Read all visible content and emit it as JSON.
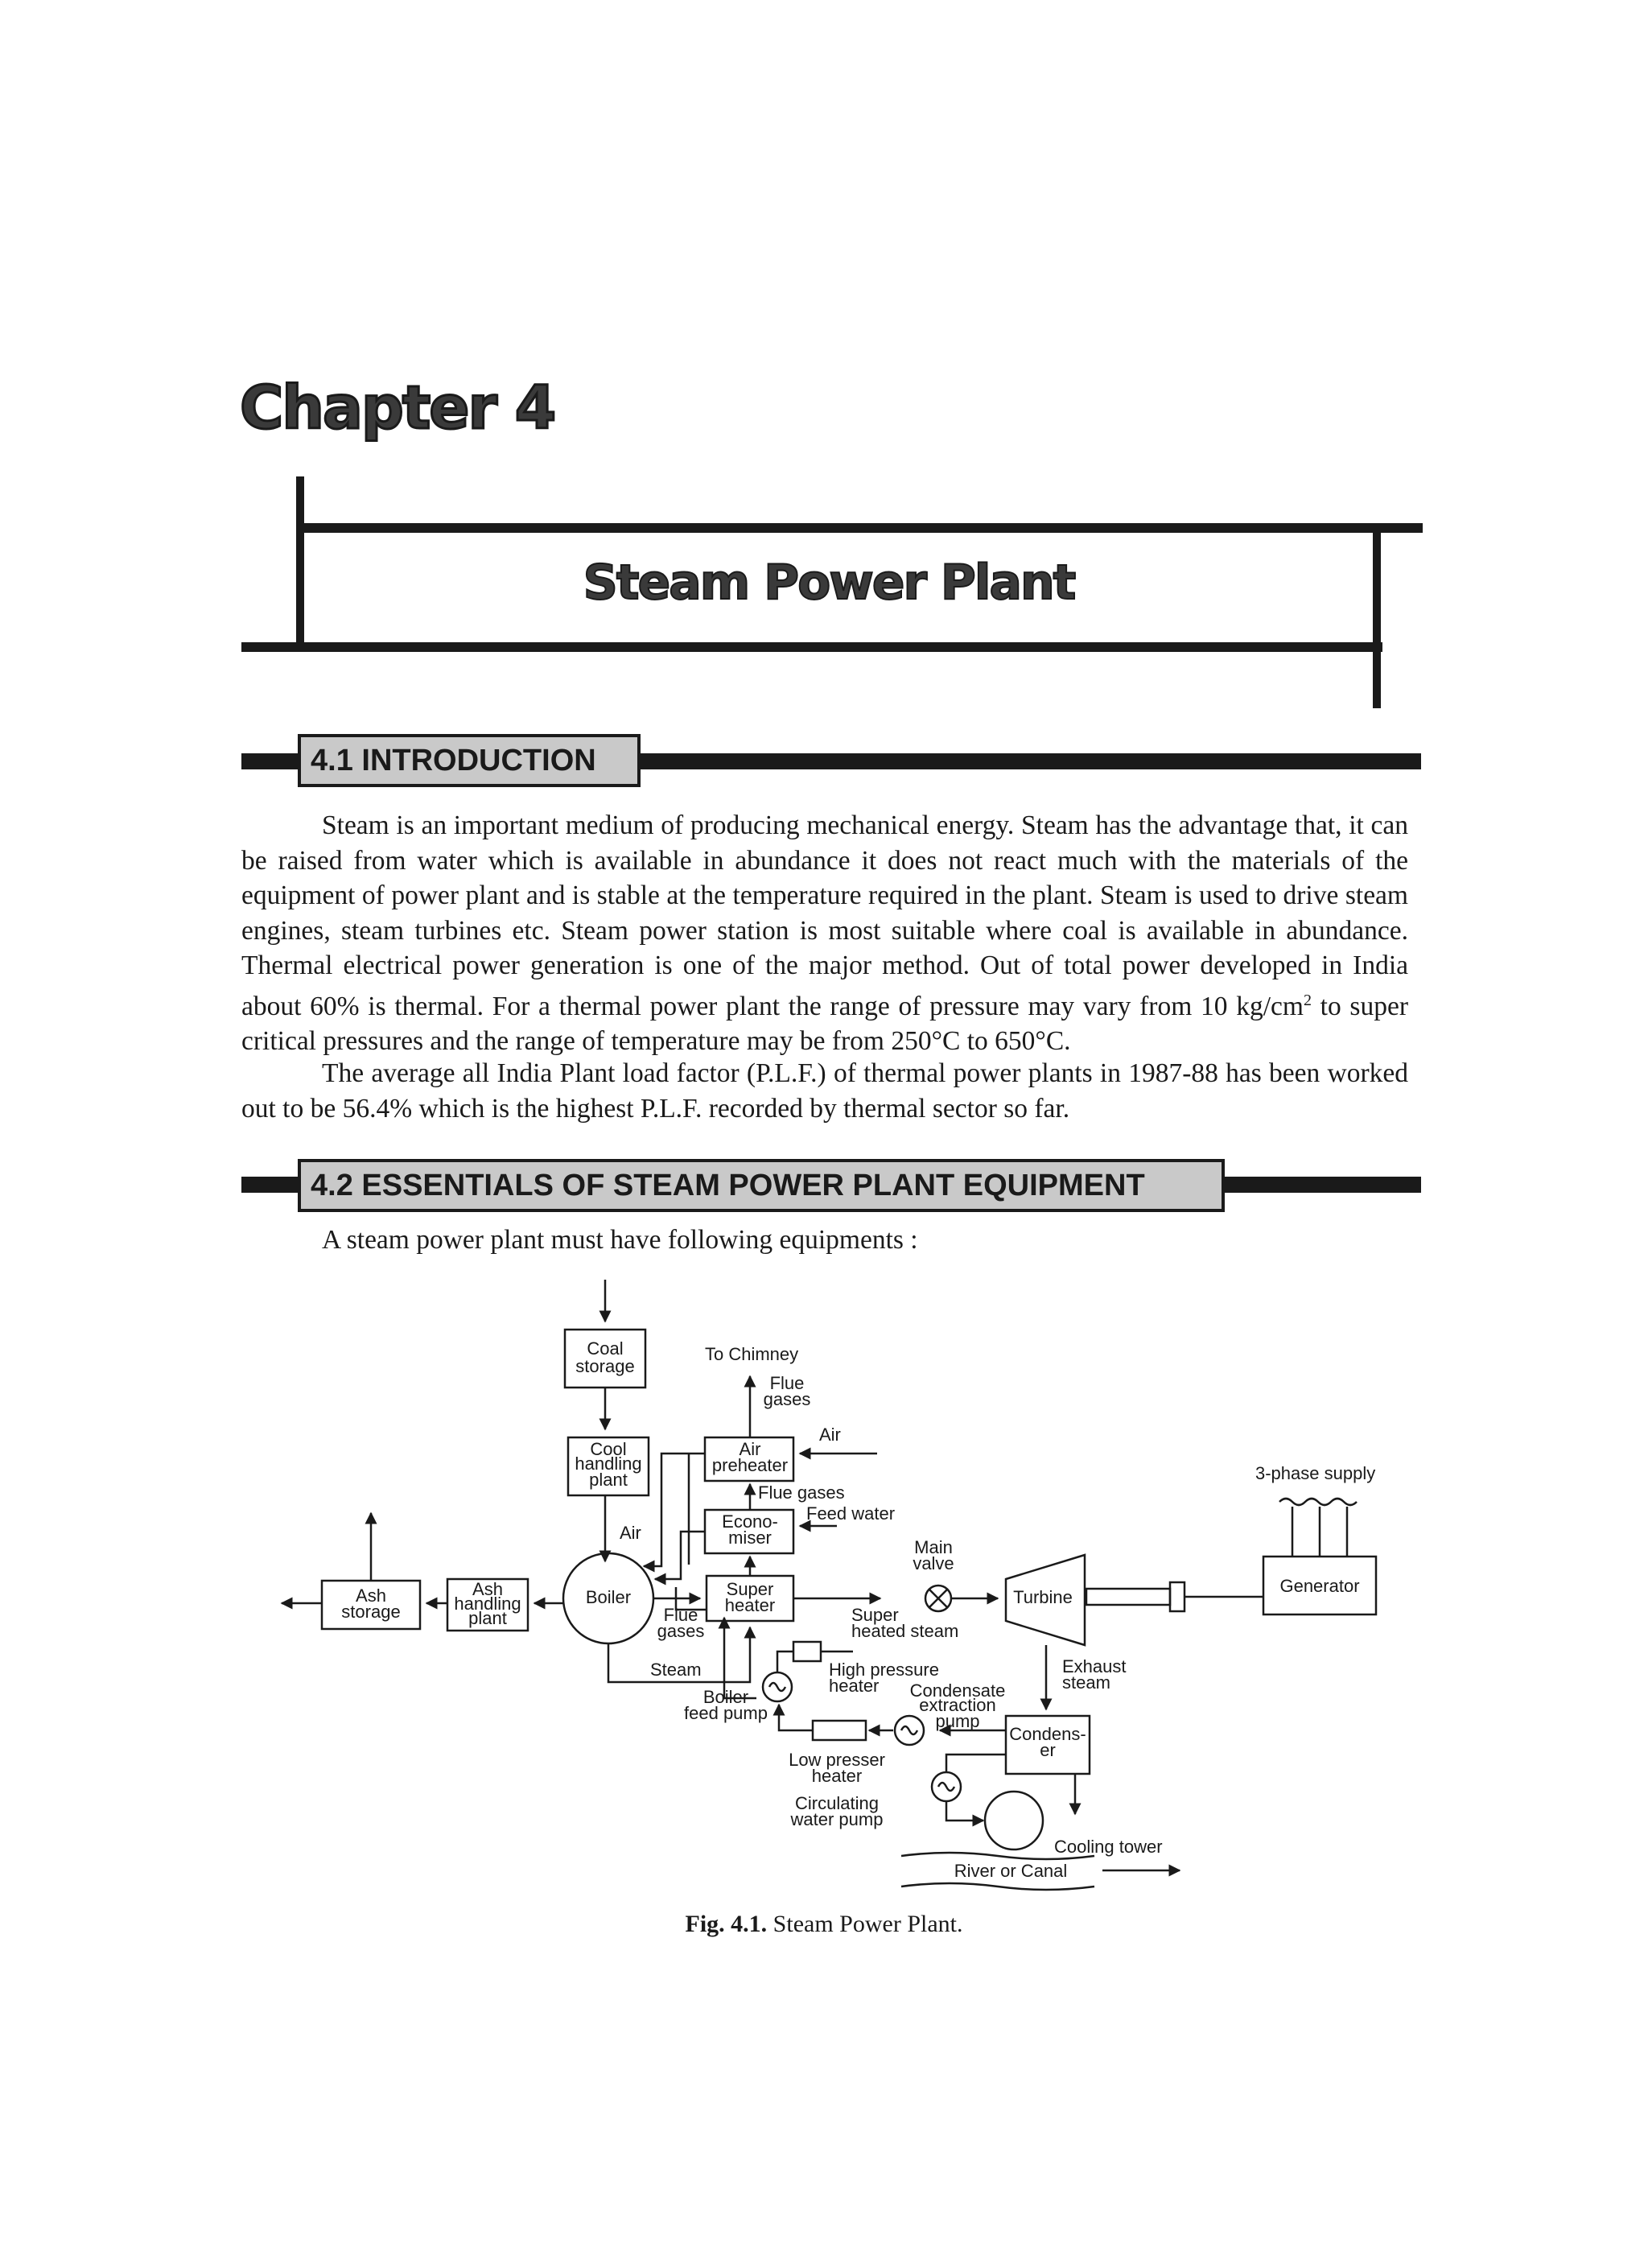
{
  "chapter": {
    "label": "Chapter 4",
    "title": "Steam Power Plant"
  },
  "sections": [
    {
      "heading": "4.1  INTRODUCTION",
      "paragraphs": [
        {
          "before_sup": "Steam is an important medium of producing mechanical energy. Steam has the advantage that, it can be raised from water which is available in abundance it does not react much with the materials of the equipment of power plant and is stable at the temperature required in the plant. Steam is used to drive steam engines, steam turbines etc. Steam power station is most suitable where coal is available in abundance. Thermal electrical power generation is one of the major method. Out of total power developed in India about 60% is thermal. For a thermal power plant the range of pressure may vary from 10 kg/cm",
          "sup": "2",
          "after_sup": " to super critical pressures and the range of temperature may be from 250°C to 650°C."
        },
        {
          "text": "The average all India Plant load factor (P.L.F.) of thermal power plants in 1987-88 has been worked out to be 56.4% which is the highest P.L.F. recorded by thermal sector so far."
        }
      ]
    },
    {
      "heading": "4.2  ESSENTIALS OF STEAM POWER PLANT EQUIPMENT",
      "lead": "A steam power plant must have following equipments :"
    }
  ],
  "figure": {
    "labels": {
      "coal_storage": [
        "Coal",
        "storage"
      ],
      "cool_handling": [
        "Cool",
        "handling",
        "plant"
      ],
      "to_chimney": "To Chimney",
      "flue_gases_top": [
        "Flue",
        "gases"
      ],
      "air_right": "Air",
      "air_preheater": [
        "Air",
        "preheater"
      ],
      "flue_gases_mid": "Flue gases",
      "feed_water": "Feed water",
      "air_left": "Air",
      "economiser": [
        "Econo-",
        "miser"
      ],
      "main_valve": [
        "Main",
        "valve"
      ],
      "three_phase": "3-phase supply",
      "generator": "Generator",
      "turbine": "Turbine",
      "boiler": "Boiler",
      "super_heater": [
        "Super",
        "heater"
      ],
      "flue_gases_low": [
        "Flue",
        "gases"
      ],
      "super_heated_steam": [
        "Super",
        "heated steam"
      ],
      "ash_storage": [
        "Ash",
        "storage"
      ],
      "ash_handling": [
        "Ash",
        "handling",
        "plant"
      ],
      "steam": "Steam",
      "high_pressure_heater": [
        "High pressure",
        "heater"
      ],
      "exhaust_steam": [
        "Exhaust",
        "steam"
      ],
      "boiler_feed_pump": [
        "Boiler",
        "feed pump"
      ],
      "condensate_pump": [
        "Condensate",
        "extraction",
        "pump"
      ],
      "condenser": [
        "Condens-",
        "er"
      ],
      "low_presser_heater": [
        "Low presser",
        "heater"
      ],
      "circulating_pump": [
        "Circulating",
        "water pump"
      ],
      "cooling_tower": "Cooling tower",
      "river": "River or Canal"
    },
    "caption_label": "Fig. 4.1.",
    "caption_text": " Steam Power Plant."
  }
}
